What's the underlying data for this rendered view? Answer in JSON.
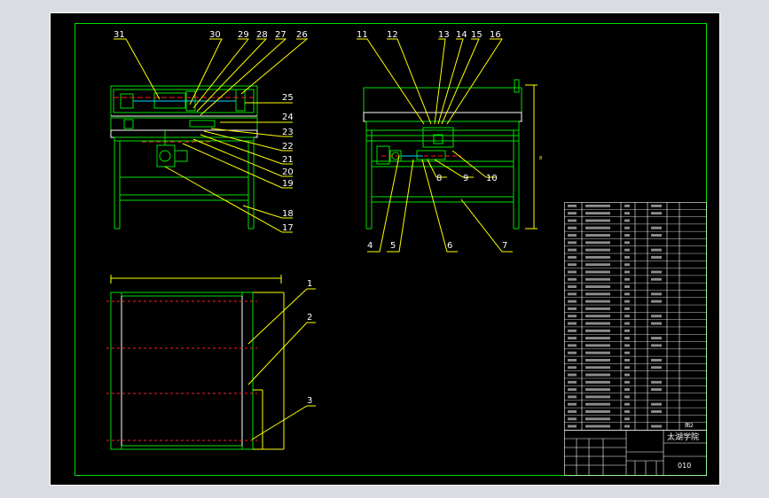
{
  "colors": {
    "background": "#d9dde3",
    "sheet": "#000000",
    "border": "#ffffff",
    "frame": "#00e000",
    "leader": "#ffff00",
    "label": "#ffffff",
    "accent_red": "#ff2020",
    "accent_cyan": "#00d8ff",
    "accent_magenta": "#ff40ff"
  },
  "front_view_callouts": [
    "31",
    "30",
    "29",
    "28",
    "27",
    "26",
    "25",
    "24",
    "23",
    "22",
    "21",
    "20",
    "19",
    "18",
    "17"
  ],
  "side_view_callouts": [
    "11",
    "12",
    "13",
    "14",
    "15",
    "16",
    "10",
    "9",
    "8",
    "7",
    "6",
    "5",
    "4"
  ],
  "plan_view_callouts": [
    "1",
    "2",
    "3"
  ],
  "title_block": {
    "school": "太湖学院",
    "drawing_code": "010",
    "total_label": "图2"
  },
  "parts_list_rows": 31
}
